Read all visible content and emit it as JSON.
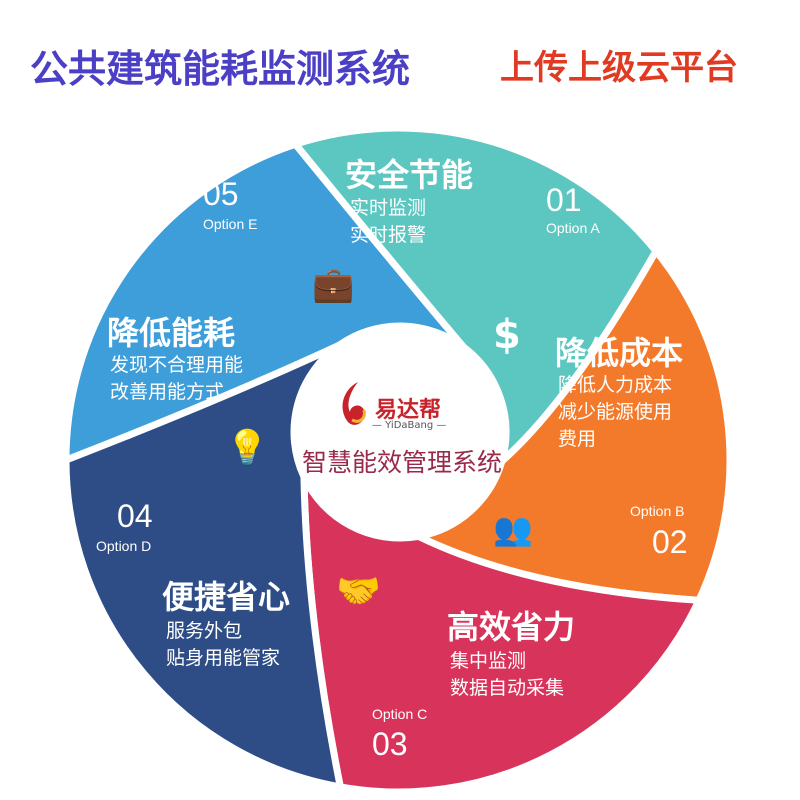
{
  "header": {
    "title": "公共建筑能耗监测系统",
    "upload": "上传上级云平台"
  },
  "center": {
    "brand": "易达帮",
    "brand_en": "— YiDaBang —",
    "title": "智慧能效管理系统"
  },
  "colors": {
    "teal": "#5cc6c0",
    "orange": "#f47a2b",
    "red": "#d8345b",
    "darkblue": "#2e4d86",
    "lightblue": "#3d9ed9"
  },
  "segments": [
    {
      "num": "01",
      "option": "Option A",
      "heading": "安全节能",
      "lines": [
        "实时监测",
        "实时报警"
      ],
      "icon": "briefcase-icon",
      "glyph": "💼"
    },
    {
      "num": "02",
      "option": "Option B",
      "heading": "降低成本",
      "lines": [
        "降低人力成本",
        "减少能源使用",
        "费用"
      ],
      "icon": "dollar-icon",
      "glyph": "$"
    },
    {
      "num": "03",
      "option": "Option C",
      "heading": "高效省力",
      "lines": [
        "集中监测",
        "数据自动采集"
      ],
      "icon": "people-icon",
      "glyph": "👥"
    },
    {
      "num": "04",
      "option": "Option D",
      "heading": "便捷省心",
      "lines": [
        "服务外包",
        "贴身用能管家"
      ],
      "icon": "handshake-icon",
      "glyph": "🤝"
    },
    {
      "num": "05",
      "option": "Option E",
      "heading": "降低能耗",
      "lines": [
        "发现不合理用能",
        "改善用能方式"
      ],
      "icon": "lightbulb-icon",
      "glyph": "💡"
    }
  ]
}
